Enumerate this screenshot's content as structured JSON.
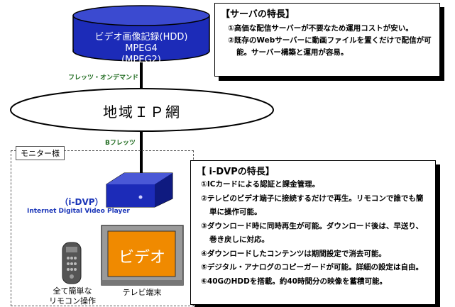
{
  "server": {
    "title": "ビデオ画像記録(HDD)",
    "format1": "MPEG4",
    "format2": "(MPEG2)",
    "color": "#1c2bb8"
  },
  "links": {
    "upper": "フレッツ・オンデマンド",
    "lower": "Bフレッツ"
  },
  "network": {
    "label": "地域ＩＰ網"
  },
  "server_features": {
    "title": "【サーバの特長】",
    "items": [
      "①高価な配信サーバーが不要なため運用コストが安い。",
      "②既存のWebサーバーに動画ファイルを置くだけで配信が可能。サーバー構築と運用が容易。"
    ]
  },
  "monitor": {
    "label": "モニター様"
  },
  "device": {
    "label": "（i-DVP）",
    "sub": "Internet Digital Video Player"
  },
  "tv": {
    "screen_text": "ビデオ",
    "caption": "テレビ端末",
    "screen_color": "#f08a00"
  },
  "remote": {
    "caption_line1": "全て簡単な",
    "caption_line2": "リモコン操作"
  },
  "idvp_features": {
    "title": "【 i-DVPの特長】",
    "items": [
      "①ICカードによる認証と課金管理。",
      "②テレビのビデオ端子に接続するだけで再生。リモコンで誰でも簡単に操作可能。",
      "③ダウンロード時に同時再生が可能。ダウンロード後は、早送り、巻き戻しに対応。",
      "④ダウンロードしたコンテンツは期間設定で消去可能。",
      "⑤デジタル・アナログのコピーガードが可能。詳細の設定は自由。",
      "⑥40GのHDDを搭載。約40時間分の映像を蓄積可能。"
    ]
  }
}
